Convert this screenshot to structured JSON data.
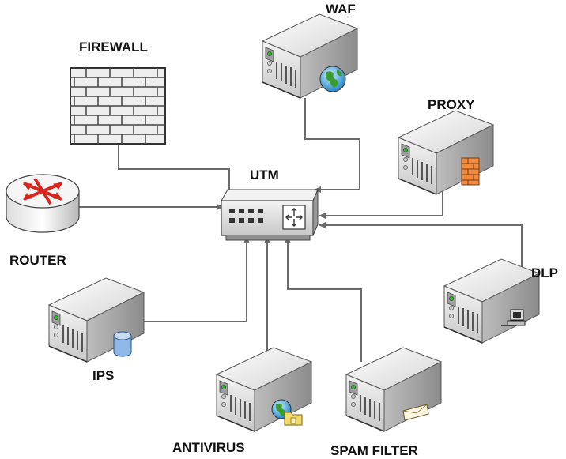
{
  "labels": {
    "waf": "WAF",
    "firewall": "FIREWALL",
    "proxy": "PROXY",
    "utm": "UTM",
    "router": "ROUTER",
    "dlp": "DLP",
    "ips": "IPS",
    "antivirus": "ANTIVIRUS",
    "spam_filter": "SPAM FILTER"
  },
  "colors": {
    "connector": "#6b6b6b",
    "server_body": "#e8e8e8",
    "router_arrows": "#d9261c",
    "globe": "#3a9c2e",
    "firewall_brick": "#dcdcdc",
    "proxy_wall": "#f08a3c"
  },
  "icons": [
    "firewall-icon",
    "router-icon",
    "utm-appliance-icon",
    "server-icon",
    "globe-icon",
    "database-icon",
    "folder-icon",
    "envelope-icon",
    "computer-icon",
    "brick-wall-icon"
  ]
}
